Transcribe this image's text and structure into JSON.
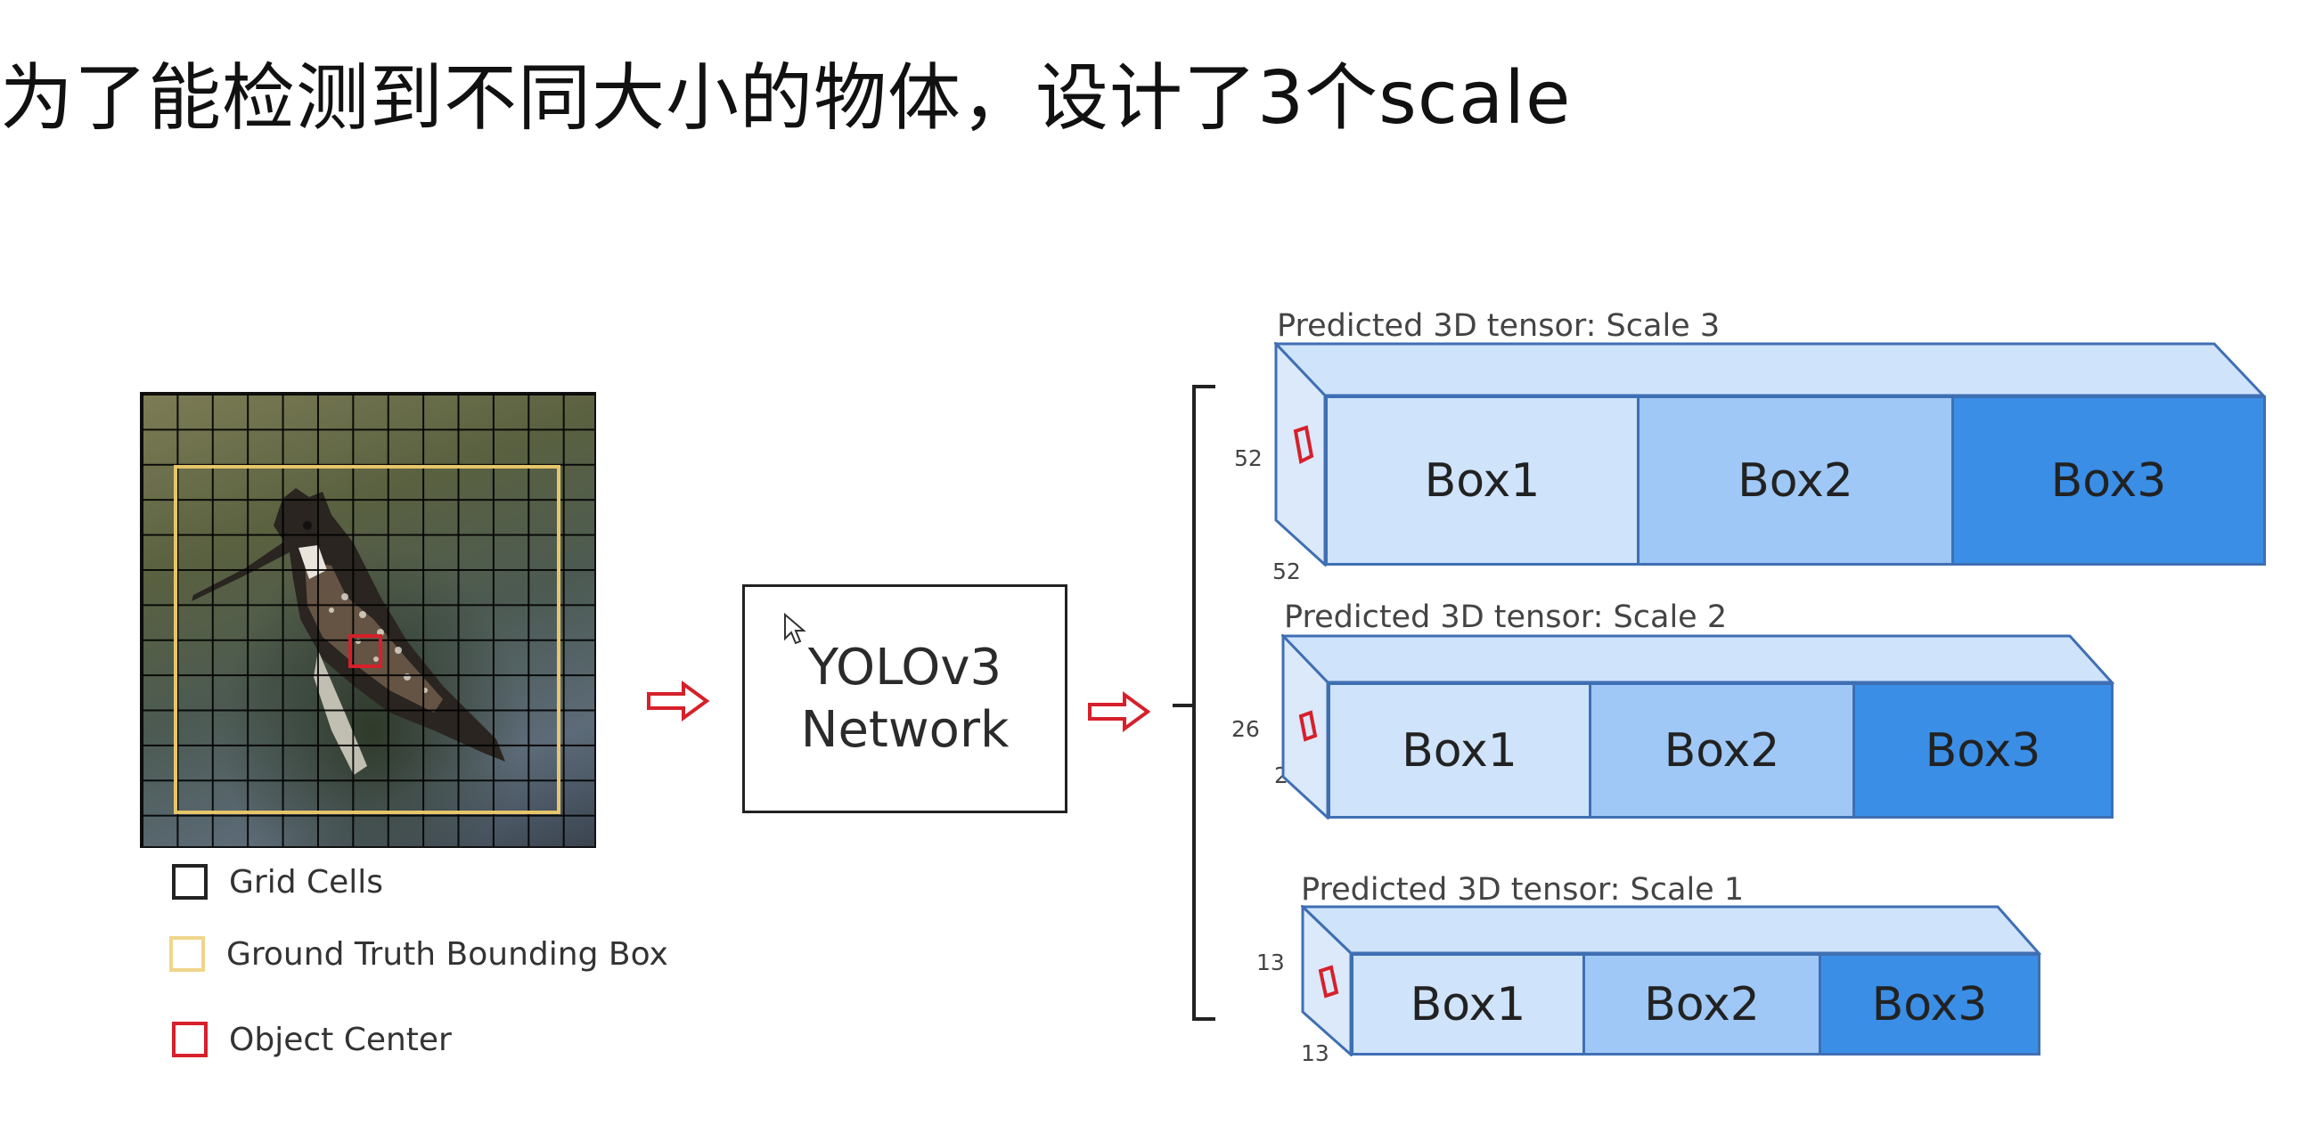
{
  "title": "为了能检测到不同大小的物体，设计了3个scale",
  "legend": [
    {
      "label": "Grid Cells",
      "color": "#222222"
    },
    {
      "label": "Ground Truth Bounding Box",
      "color": "#e7c56a"
    },
    {
      "label": "Object Center",
      "color": "#d6202a"
    }
  ],
  "network": {
    "line1": "YOLOv3",
    "line2": "Network"
  },
  "colors": {
    "arrow": "#d6202a",
    "box1": "#cfe3fb",
    "box2": "#9fc8f6",
    "box3": "#3a8ee6",
    "top_face": "#cfe3fb",
    "side_face": "#dbe9fb",
    "edge": "#3f6fb3"
  },
  "tensors": [
    {
      "label": "Predicted 3D tensor: Scale 3",
      "dim_side": "52",
      "dim_depth": "52",
      "boxes": [
        "Box1",
        "Box2",
        "Box3"
      ]
    },
    {
      "label": "Predicted 3D tensor: Scale 2",
      "dim_side": "26",
      "dim_depth": "2",
      "boxes": [
        "Box1",
        "Box2",
        "Box3"
      ]
    },
    {
      "label": "Predicted 3D tensor: Scale 1",
      "dim_side": "13",
      "dim_depth": "13",
      "boxes": [
        "Box1",
        "Box2",
        "Box3"
      ]
    }
  ]
}
